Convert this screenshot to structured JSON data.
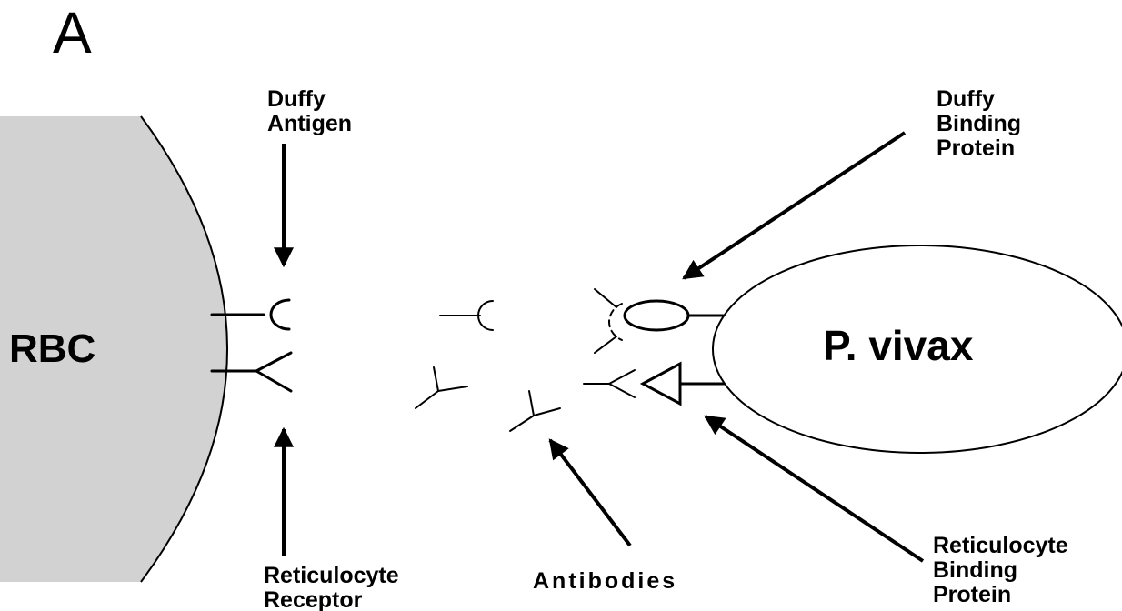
{
  "panel_letter": "A",
  "cell_label": "RBC",
  "parasite_label": "P. vivax",
  "labels": {
    "duffy_antigen": [
      "Duffy",
      "Antigen"
    ],
    "duffy_binding_protein": [
      "Duffy",
      "Binding",
      "Protein"
    ],
    "reticulocyte_receptor": [
      "Reticulocyte",
      "Receptor"
    ],
    "antibodies": "Antibodies",
    "reticulocyte_binding_protein": [
      "Reticulocyte",
      "Binding",
      "Protein"
    ]
  },
  "colors": {
    "ink": "#000000",
    "rbc_fill": "#d2d2d2",
    "background": "#ffffff"
  }
}
